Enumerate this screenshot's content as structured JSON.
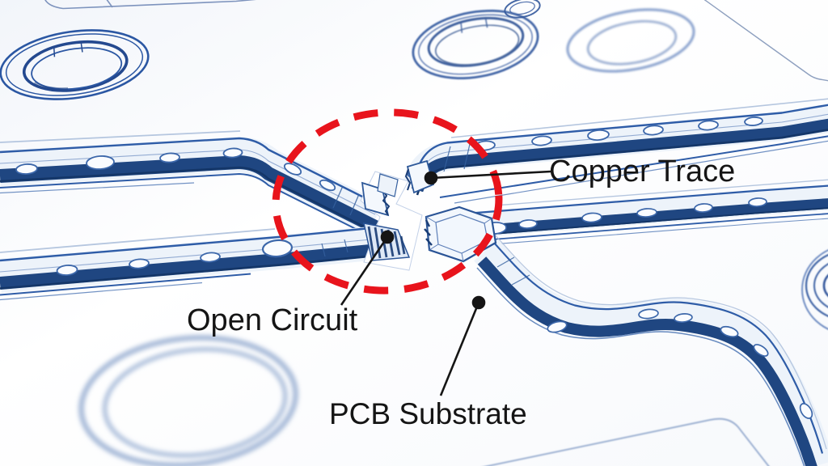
{
  "annotations": {
    "copper_trace": {
      "label": "Copper Trace"
    },
    "open_circuit": {
      "label": "Open Circuit"
    },
    "pcb_substrate": {
      "label": "PCB Substrate"
    }
  },
  "highlight": {
    "shape": "dashed-ellipse",
    "color": "#e8141c"
  },
  "style": {
    "background": "#fdfdfe",
    "blueprint_line_blue": "#2e5ca7",
    "blueprint_dark_navy": "#1f4681",
    "blueprint_light_fill": "#edf3fa",
    "soft_blue": "#a8bcd9",
    "label_color": "#151515",
    "leader_color": "#151515"
  }
}
